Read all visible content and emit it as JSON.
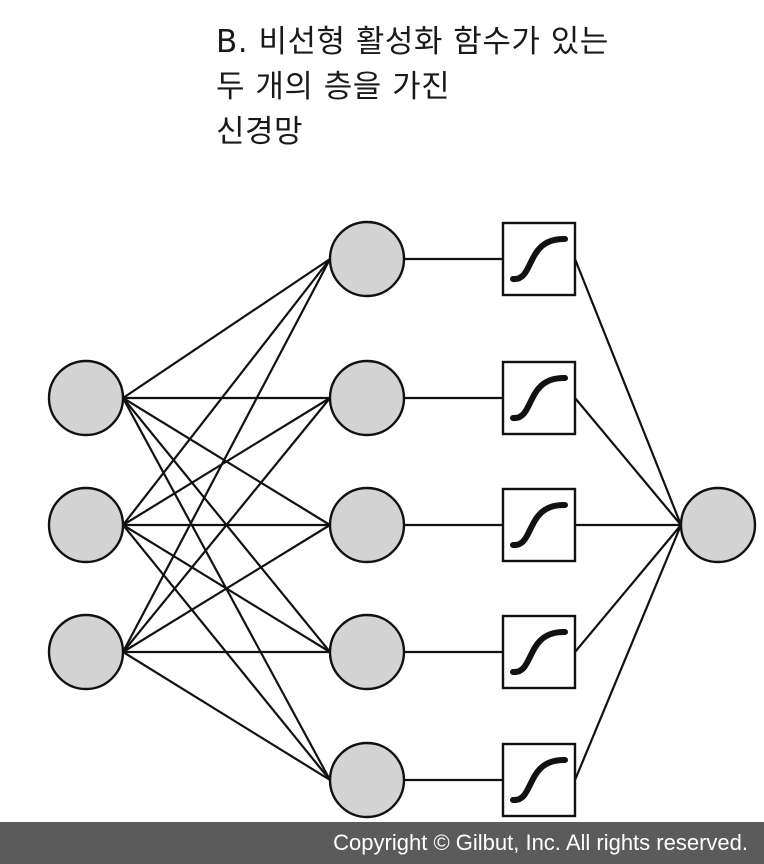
{
  "title": {
    "line1": "B. 비선형 활성화 함수가 있는",
    "line2": "두 개의 층을 가진",
    "line3": "신경망"
  },
  "diagram": {
    "input_nodes": 3,
    "hidden_nodes": 5,
    "activation_units": 5,
    "output_nodes": 1,
    "activation_icon": "sigmoid-curve-icon",
    "colors": {
      "node_fill": "#d3d3d3",
      "stroke": "#111111",
      "activation_fill": "#ffffff"
    }
  },
  "footer": {
    "copyright": "Copyright © Gilbut, Inc. All rights reserved."
  }
}
